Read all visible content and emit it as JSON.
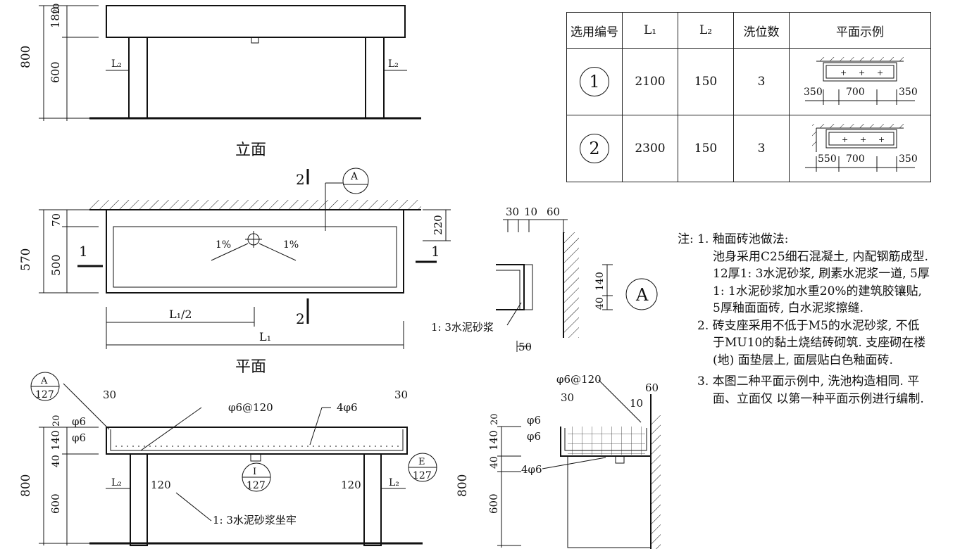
{
  "views": {
    "elevation_title": "立面",
    "plan_title": "平面"
  },
  "table": {
    "headers": [
      "选用编号",
      "L₁",
      "L₂",
      "洗位数",
      "平面示例"
    ],
    "rows": [
      {
        "no": "1",
        "l1": "2100",
        "l2": "150",
        "count": "3",
        "dims": [
          "350",
          "700",
          "350"
        ]
      },
      {
        "no": "2",
        "l1": "2300",
        "l2": "150",
        "count": "3",
        "dims": [
          "550",
          "700",
          "350"
        ]
      }
    ]
  },
  "notes": {
    "n1_title": "注: 1. 釉面砖池做法:",
    "n1_l1": "池身采用C25细石混凝土, 内配钢筋成型.",
    "n1_l2": "12厚1: 3水泥砂浆, 刷素水泥浆一道, 5厚",
    "n1_l3": "1: 1水泥砂浆加水重20%的建筑胶镶贴,",
    "n1_l4": "5厚釉面面砖, 白水泥浆擦缝.",
    "n2_l1": "2. 砖支座采用不低于M5的水泥砂浆, 不低",
    "n2_l2": "于MU10的黏土烧结砖砌筑. 支座砌在楼",
    "n2_l3": "(地) 面垫层上, 面层贴白色釉面砖.",
    "n3_l1": "3. 本图二种平面示例中, 洗池构造相同. 平",
    "n3_l2": "面、立面仅 以第一种平面示例进行编制."
  },
  "dims": {
    "d800": "800",
    "d180": "180",
    "d600": "600",
    "d20": "20",
    "L2": "L₂",
    "L1": "L₁",
    "L1half": "L₁/2",
    "d570": "570",
    "d70": "70",
    "d500": "500",
    "d220": "220",
    "pct": "1%",
    "sec1": "1",
    "sec2": "2",
    "detailA": "A",
    "d30": "30",
    "d10": "10",
    "d60": "60",
    "d140": "140",
    "d40": "40",
    "d50": "50",
    "mortar": "1: 3水泥砂浆",
    "phi6": "φ6",
    "phi6at120": "φ6@120",
    "fourphi6": "4φ6",
    "d120": "120",
    "mortar_seat": "1: 3水泥砂浆坐牢",
    "ref_A": "A",
    "ref_127": "127",
    "ref_I": "I",
    "ref_E": "E"
  }
}
